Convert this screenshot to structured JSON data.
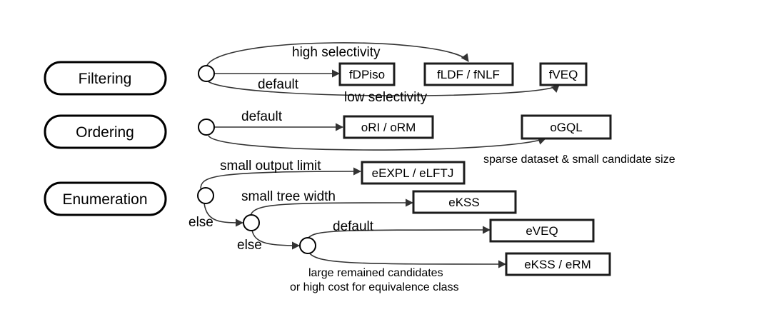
{
  "stages": {
    "filtering": "Filtering",
    "ordering": "Ordering",
    "enumeration": "Enumeration"
  },
  "boxes": {
    "fdpiso": "fDPiso",
    "fldf_fnlf": "fLDF / fNLF",
    "fveq": "fVEQ",
    "ori_orm": "oRI / oRM",
    "ogql": "oGQL",
    "eexpl_elftj": "eEXPL / eLFTJ",
    "ekss": "eKSS",
    "eveq": "eVEQ",
    "ekss_erm": "eKSS / eRM"
  },
  "edge_labels": {
    "high_selectivity": "high selectivity",
    "filtering_default": "default",
    "low_selectivity": "low selectivity",
    "ordering_default": "default",
    "sparse_dataset": "sparse dataset & small candidate size",
    "small_output_limit": "small output limit",
    "small_tree_width": "small tree width",
    "else_1": "else",
    "else_2": "else",
    "enumeration_default": "default",
    "large_remained_line1": "large remained candidates",
    "large_remained_line2": "or high cost for equivalence class"
  },
  "colors": {
    "stroke": "#000000",
    "edge": "#333333",
    "background": "#ffffff"
  }
}
